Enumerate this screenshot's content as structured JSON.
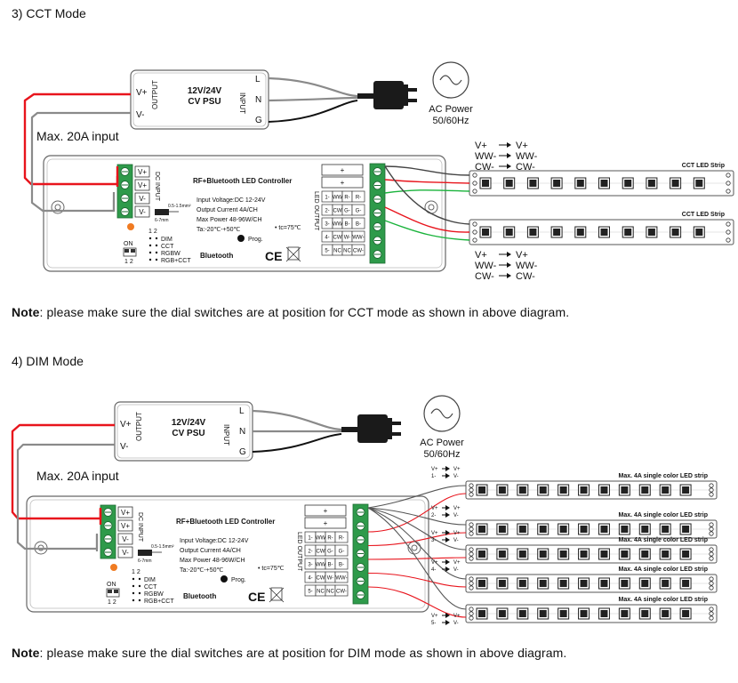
{
  "sections": [
    {
      "title": "3) CCT Mode",
      "max_input": "Max. 20A input",
      "psu": {
        "line1": "12V/24V",
        "line2": "CV PSU",
        "out_pos": "V+",
        "out_neg": "V-",
        "output": "OUTPUT",
        "input": "INPUT",
        "L": "L",
        "N": "N",
        "G": "G"
      },
      "ac": {
        "line1": "AC Power",
        "line2": "50/60Hz"
      },
      "ctrl": {
        "name": "RF+Bluetooth LED Controller",
        "vplus": "V+",
        "vminus": "V-",
        "dc_input": "DC INPUT",
        "led_output": "LED OUTPUT",
        "plus": "+",
        "specs": [
          "Input Voltage:DC 12-24V",
          "Output Current 4A/CH",
          "Max Power 48-96W/CH",
          "Ta:-20℃-+50℃"
        ],
        "tc": "• tc=75℃",
        "prog": "Prog.",
        "bluetooth": "Bluetooth",
        "ce": "CE",
        "wire_spec": "0.5-1.5mm²",
        "wire_len": "6-7mm",
        "outputs": [
          [
            "1-",
            "WW",
            "R-",
            "R-"
          ],
          [
            "2-",
            "CW",
            "G-",
            "G-"
          ],
          [
            "3-",
            "WW",
            "B-",
            "B-"
          ],
          [
            "4-",
            "CW",
            "W-",
            "WW-"
          ],
          [
            "5-",
            "NC",
            "NC",
            "CW-"
          ]
        ],
        "switch_numbers": "1 2",
        "switch_modes": [
          "DIM",
          "CCT",
          "RGBW",
          "RGB+CCT"
        ],
        "on_label": "ON",
        "sw_bottom": "1 2"
      },
      "strips": [
        {
          "label": "CCT LED Strip",
          "pins": [
            [
              "V+",
              "V+"
            ],
            [
              "WW-",
              "WW-"
            ],
            [
              "CW-",
              "CW-"
            ]
          ]
        },
        {
          "label": "CCT LED Strip",
          "pins": [
            [
              "V+",
              "V+"
            ],
            [
              "WW-",
              "WW-"
            ],
            [
              "CW-",
              "CW-"
            ]
          ]
        }
      ],
      "note_bold": "Note",
      "note_text": ": please make sure the dial switches are at position for CCT mode as shown in above diagram."
    },
    {
      "title": "4) DIM Mode",
      "max_input": "Max. 20A input",
      "psu": {
        "line1": "12V/24V",
        "line2": "CV PSU",
        "out_pos": "V+",
        "out_neg": "V-",
        "output": "OUTPUT",
        "input": "INPUT",
        "L": "L",
        "N": "N",
        "G": "G"
      },
      "ac": {
        "line1": "AC Power",
        "line2": "50/60Hz"
      },
      "ctrl": {
        "name": "RF+Bluetooth LED Controller",
        "vplus": "V+",
        "vminus": "V-",
        "dc_input": "DC INPUT",
        "led_output": "LED OUTPUT",
        "plus": "+",
        "specs": [
          "Input Voltage:DC 12-24V",
          "Output Current 4A/CH",
          "Max Power 48-96W/CH",
          "Ta:-20℃-+50℃"
        ],
        "tc": "• tc=75℃",
        "prog": "Prog.",
        "bluetooth": "Bluetooth",
        "ce": "CE",
        "wire_spec": "0.5-1.5mm²",
        "wire_len": "6-7mm",
        "outputs": [
          [
            "1-",
            "WW",
            "R-",
            "R-"
          ],
          [
            "2-",
            "CW",
            "G-",
            "G-"
          ],
          [
            "3-",
            "WW",
            "B-",
            "B-"
          ],
          [
            "4-",
            "CW",
            "W-",
            "WW-"
          ],
          [
            "5-",
            "NC",
            "NC",
            "CW-"
          ]
        ],
        "switch_numbers": "1 2",
        "switch_modes": [
          "DIM",
          "CCT",
          "RGBW",
          "RGB+CCT"
        ],
        "on_label": "ON",
        "sw_bottom": "1 2"
      },
      "strips": [
        {
          "label": "Max. 4A single color LED strip",
          "pins": [
            [
              "V+",
              "V+"
            ],
            [
              "1-",
              "V-"
            ]
          ]
        },
        {
          "label": "Max. 4A single color LED strip",
          "pins": [
            [
              "V+",
              "V+"
            ],
            [
              "2-",
              "V-"
            ]
          ]
        },
        {
          "label": "Max. 4A single color LED strip",
          "pins": [
            [
              "V+",
              "V+"
            ],
            [
              "3-",
              "V-"
            ]
          ]
        },
        {
          "label": "Max. 4A single color LED strip",
          "pins": [
            [
              "V+",
              "V+"
            ],
            [
              "4-",
              "V-"
            ]
          ]
        },
        {
          "label": "Max. 4A single color LED strip",
          "pins": [
            [
              "V+",
              "V+"
            ],
            [
              "5-",
              "V-"
            ]
          ]
        }
      ],
      "note_bold": "Note",
      "note_text": ": please make sure the dial switches are at position for DIM mode as shown in above diagram."
    }
  ],
  "colors": {
    "red": "#e8141c",
    "green": "#19b33b",
    "gray": "#8a8a8a",
    "terminal": "#2e9a4a",
    "orange": "#f07b22",
    "black": "#111111"
  }
}
